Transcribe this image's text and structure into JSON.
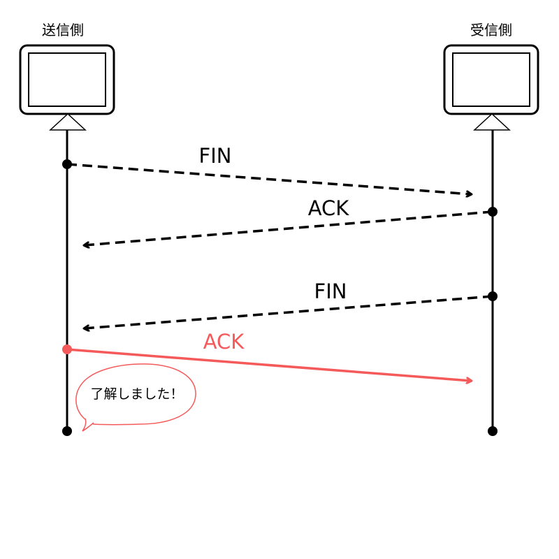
{
  "endpoints": {
    "sender": {
      "label": "送信側"
    },
    "receiver": {
      "label": "受信側"
    }
  },
  "messages": [
    {
      "label": "FIN",
      "from": "sender",
      "to": "receiver",
      "style": "dashed",
      "color": "#000000"
    },
    {
      "label": "ACK",
      "from": "receiver",
      "to": "sender",
      "style": "dashed",
      "color": "#000000"
    },
    {
      "label": "FIN",
      "from": "receiver",
      "to": "sender",
      "style": "dashed",
      "color": "#000000"
    },
    {
      "label": "ACK",
      "from": "sender",
      "to": "receiver",
      "style": "solid",
      "color": "#f55a5a"
    }
  ],
  "speech_bubble": {
    "text": "了解しました！",
    "border_color": "#f55a5a"
  },
  "colors": {
    "line": "#000000",
    "highlight": "#f55a5a"
  }
}
